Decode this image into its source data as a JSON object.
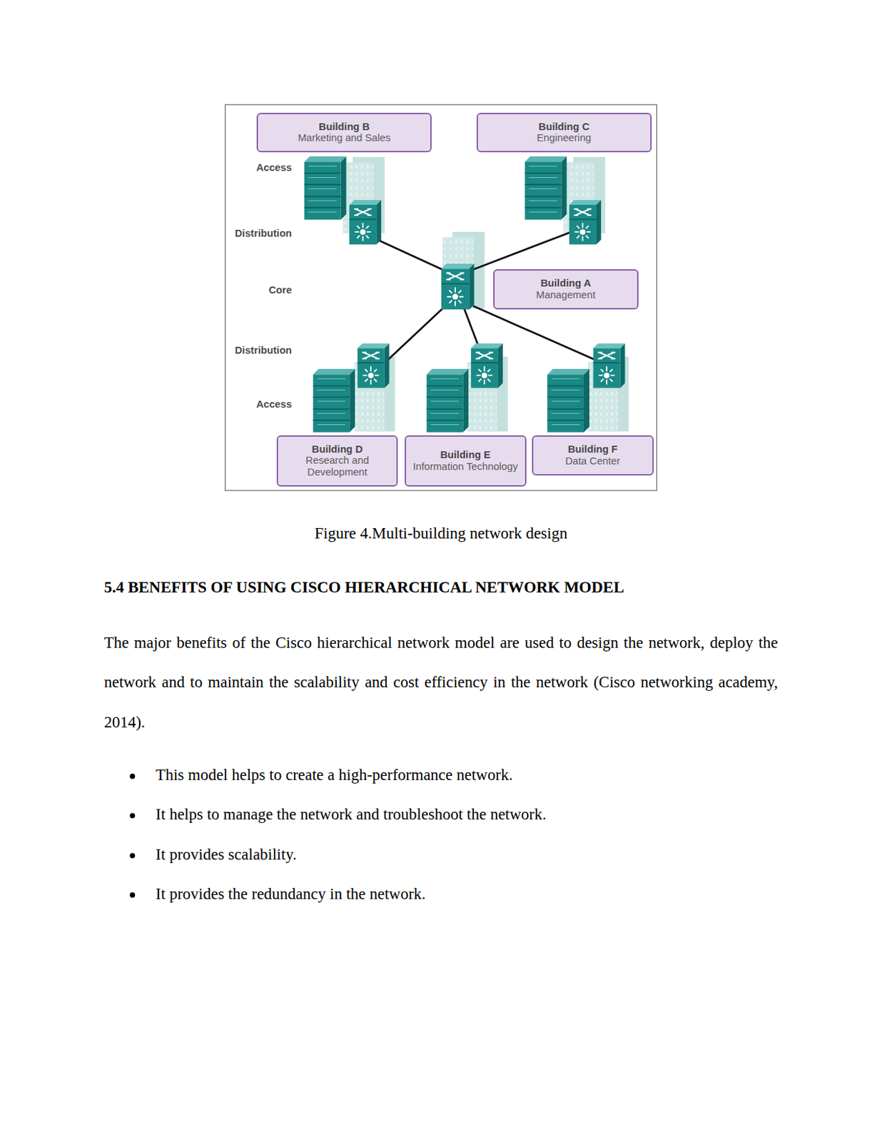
{
  "diagram": {
    "title": "5.4 BENEFITS OF USING CISCO HIERARCHICAL NETWORK MODEL",
    "caption": "Figure 4.Multi-building network design",
    "nodes": [
      {
        "text": [
          "Building B",
          "Marketing and Sales"
        ]
      },
      {
        "text": [
          "Building C",
          "Engineering"
        ]
      },
      {
        "text": [
          "Building A",
          "Management"
        ]
      },
      {
        "text": [
          "Building D",
          "Research and Development"
        ]
      },
      {
        "text": [
          "Building E",
          "Information Technology"
        ]
      },
      {
        "text": [
          "Building F",
          "Data Center"
        ]
      }
    ],
    "labels": [
      "Access",
      "Distribution",
      "Core",
      "Distribution",
      "Access",
      "The major benefits of the Cisco hierarchical network model are used to design the network, deploy the network and to maintain the scalability and cost efficiency in the network (Cisco networking academy, 2014).",
      "This model helps to create a high-performance network.",
      "It helps to manage the network and troubleshoot the network.",
      "It provides scalability.",
      "It provides the redundancy in the network."
    ]
  }
}
